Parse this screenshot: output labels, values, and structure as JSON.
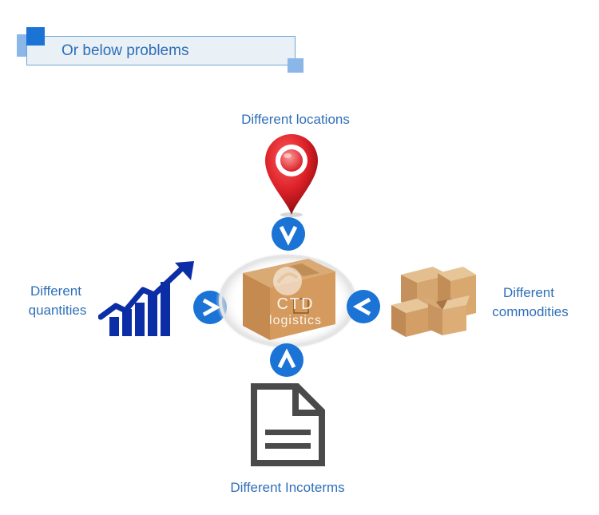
{
  "header": {
    "title": "Or below problems"
  },
  "center": {
    "logo_line1": "CTD",
    "logo_line2": "logistics"
  },
  "nodes": {
    "top": {
      "label": "Different locations",
      "icon": "map-pin-icon"
    },
    "left": {
      "label_line1": "Different",
      "label_line2": "quantities",
      "icon": "growth-chart-icon"
    },
    "right": {
      "label_line1": "Different",
      "label_line2": "commodities",
      "icon": "cardboard-boxes-icon"
    },
    "bottom": {
      "label": "Different Incoterms",
      "icon": "document-icon"
    }
  },
  "colors": {
    "accent": "#1b73d6",
    "text": "#2f6fb7",
    "chart": "#0b2ea6",
    "pin": "#d91f26",
    "box": "#c9955c",
    "document": "#4a4a4a"
  }
}
